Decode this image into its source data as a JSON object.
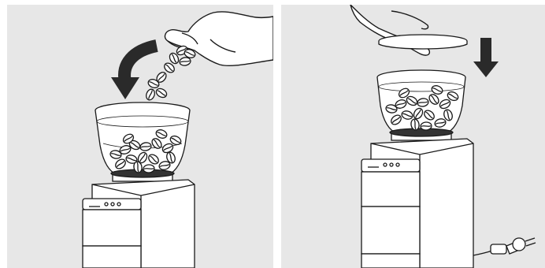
{
  "figure": {
    "panels": [
      {
        "id": "step-pour-beans",
        "description_icon": "hand-pouring-beans"
      },
      {
        "id": "step-close-lid",
        "description_icon": "hand-placing-lid"
      }
    ],
    "colors": {
      "background": "#e7e7e7",
      "line": "#1a1a1a",
      "arrow": "#2a2a2a",
      "fill": "#ffffff"
    }
  }
}
